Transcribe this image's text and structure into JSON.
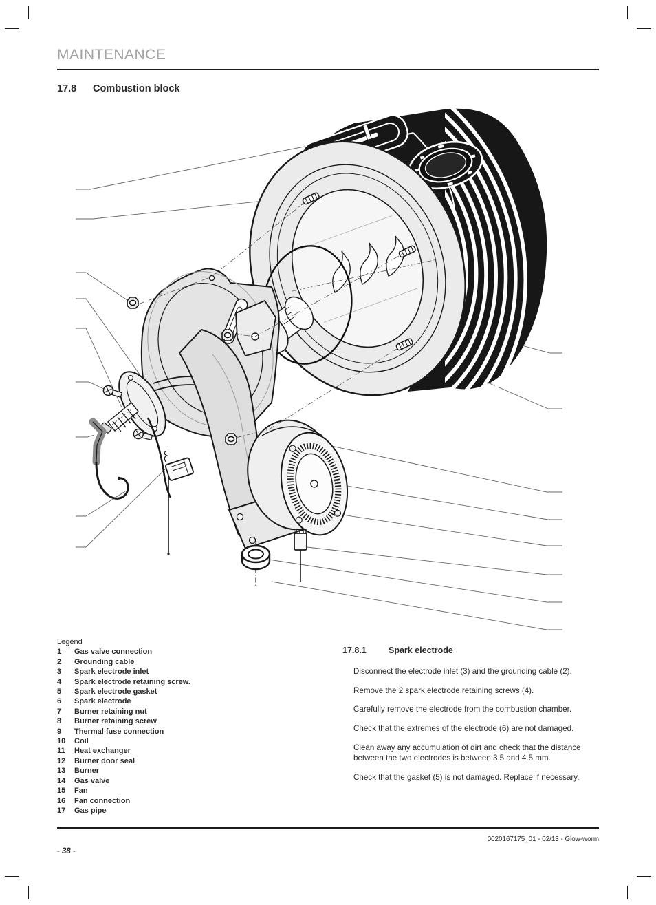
{
  "header": {
    "title": "MAINTENANCE"
  },
  "section": {
    "number": "17.8",
    "title": "Combustion block"
  },
  "figure": {
    "name": "combustion-block-exploded-view"
  },
  "legend": {
    "title": "Legend",
    "items": [
      {
        "num": "1",
        "label": "Gas valve connection"
      },
      {
        "num": "2",
        "label": "Grounding cable"
      },
      {
        "num": "3",
        "label": "Spark electrode inlet"
      },
      {
        "num": "4",
        "label": "Spark electrode retaining screw."
      },
      {
        "num": "5",
        "label": "Spark electrode gasket"
      },
      {
        "num": "6",
        "label": "Spark electrode"
      },
      {
        "num": "7",
        "label": "Burner retaining nut"
      },
      {
        "num": "8",
        "label": "Burner retaining screw"
      },
      {
        "num": "9",
        "label": "Thermal fuse connection"
      },
      {
        "num": "10",
        "label": "Coil"
      },
      {
        "num": "11",
        "label": "Heat exchanger"
      },
      {
        "num": "12",
        "label": "Burner door seal"
      },
      {
        "num": "13",
        "label": "Burner"
      },
      {
        "num": "14",
        "label": "Gas valve"
      },
      {
        "num": "15",
        "label": "Fan"
      },
      {
        "num": "16",
        "label": "Fan connection"
      },
      {
        "num": "17",
        "label": "Gas pipe"
      }
    ]
  },
  "subsection": {
    "number": "17.8.1",
    "title": "Spark electrode",
    "paragraphs": [
      "Disconnect the electrode inlet (3) and the grounding cable (2).",
      "Remove the 2 spark electrode retaining screws (4).",
      "Carefully remove the electrode from the combustion chamber.",
      "Check that the extremes of the electrode (6) are not damaged.",
      "Clean away any accumulation of dirt and check that the distance between the two electrodes is between 3.5 and 4.5 mm.",
      "Check that the gasket (5) is not damaged. Replace if necessary."
    ]
  },
  "footer": {
    "doc_ref": "0020167175_01 - 02/13 - Glow-worm",
    "page_number": "- 38 -"
  }
}
